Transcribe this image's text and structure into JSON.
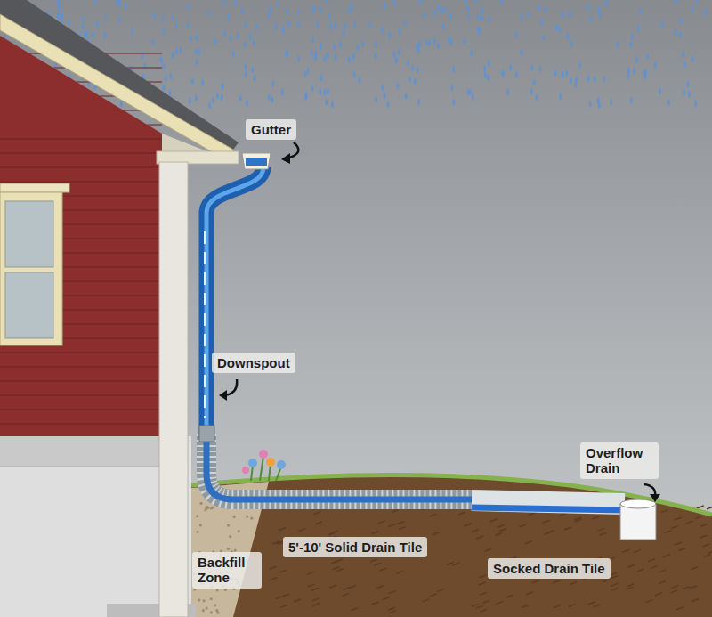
{
  "diagram": {
    "labels": [
      "Gutter",
      "Downspout",
      "Overflow Drain",
      "5'-10' Solid Drain Tile",
      "Socked Drain Tile",
      "Backfill Zone"
    ]
  }
}
